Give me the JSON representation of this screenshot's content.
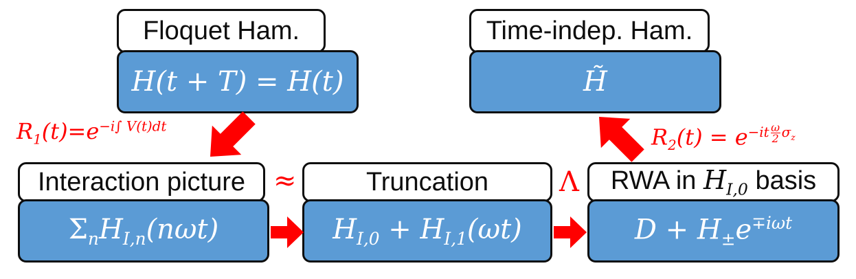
{
  "colors": {
    "accent": "#ff0000",
    "box_fill": "#5b9bd5",
    "border": "#0d0d0d"
  },
  "boxes": {
    "floquet": {
      "label": "Floquet Ham.",
      "equation": "H(t + T) = H(t)"
    },
    "time_indep": {
      "label": "Time-indep. Ham.",
      "equation": "H̃"
    },
    "interaction": {
      "label": "Interaction picture",
      "equation": "ΣnHI,n(nωt)"
    },
    "truncation": {
      "label": "Truncation",
      "equation": "HI,0 + HI,1(ωt)"
    },
    "rwa": {
      "label_prefix": "RWA in ",
      "label_sym": "H",
      "label_sub": "I,0",
      "label_suffix": " basis",
      "equation": "D + H±e∓iωt"
    }
  },
  "transforms": {
    "r1": {
      "name": "R",
      "sub": "1",
      "arg": "(t)=e",
      "exp": "−i∫ V(t)dt"
    },
    "r2": {
      "name": "R",
      "sub": "2",
      "arg": "(t) = e",
      "exp": "−it",
      "frac_num": "ω",
      "frac_den": "2",
      "exp_tail": "σ",
      "exp_tail_sub": "z"
    }
  },
  "relations": {
    "approx": "≈",
    "lambda": "Λ"
  }
}
